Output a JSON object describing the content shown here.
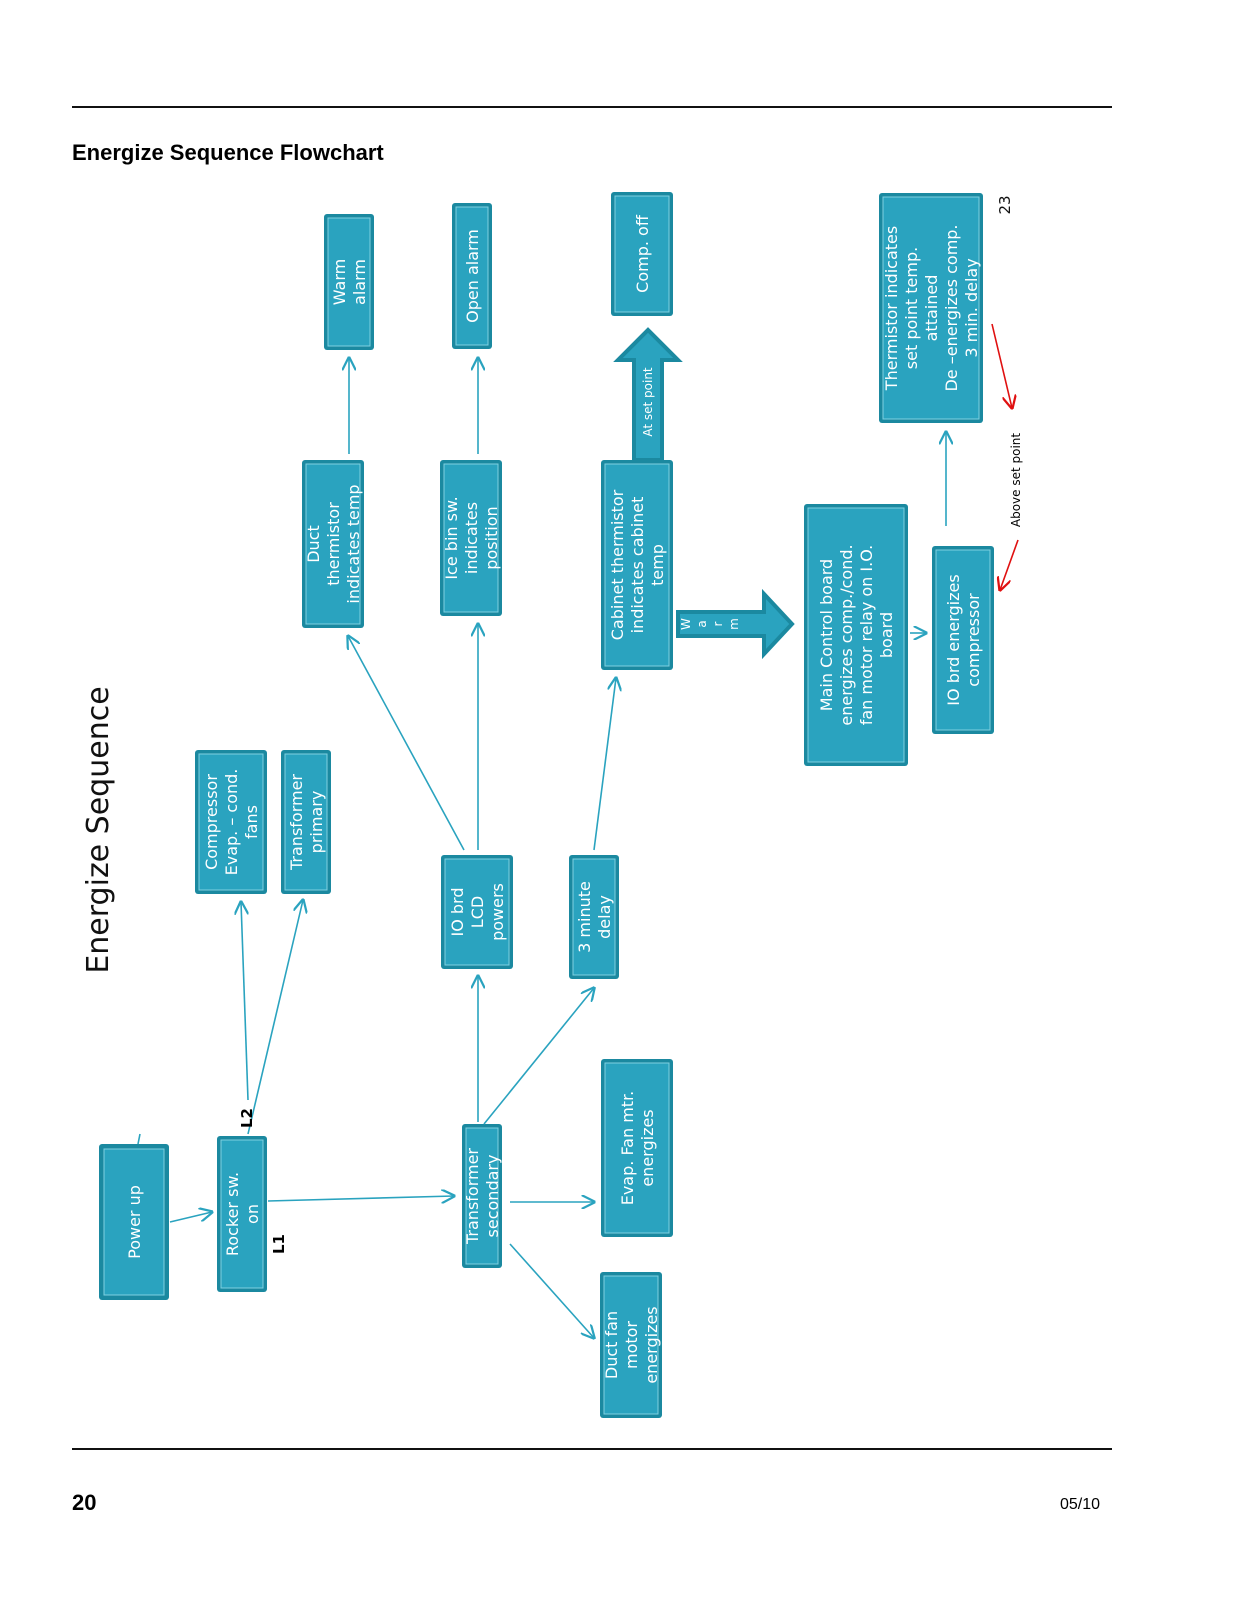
{
  "header": {
    "section_title": "Energize Sequence Flowchart"
  },
  "footer": {
    "page_number": "20",
    "date": "05/10"
  },
  "diagram": {
    "title": "Energize Sequence",
    "slide_number": "23",
    "colors": {
      "box_fill": "#2aa3bf",
      "box_border": "#1b89a0",
      "arrow": "#2aa3bf",
      "red_arrow": "#e01010"
    },
    "nodes": {
      "power_up": [
        "Power up"
      ],
      "rocker": [
        "Rocker sw.",
        "on"
      ],
      "compressor": [
        "Compressor",
        "Evap. – cond.",
        "fans"
      ],
      "transformer_primary": [
        "Transformer",
        "primary"
      ],
      "transformer_secondary": [
        "Transformer",
        "secondary"
      ],
      "io_brd_lcd": [
        "IO brd",
        "LCD",
        "powers"
      ],
      "three_minute": [
        "3 minute",
        "delay"
      ],
      "evap_fan": [
        "Evap. Fan mtr.",
        "energizes"
      ],
      "duct_fan": [
        "Duct fan",
        "motor",
        "energizes"
      ],
      "duct_thermistor": [
        "Duct",
        "thermistor",
        "indicates temp"
      ],
      "ice_bin": [
        "Ice bin sw.",
        "indicates",
        "position"
      ],
      "cabinet_thermistor": [
        "Cabinet thermistor",
        "indicates cabinet",
        "temp"
      ],
      "warm_alarm": [
        "Warm",
        "alarm"
      ],
      "open_alarm": [
        "Open alarm"
      ],
      "comp_off": [
        "Comp. off"
      ],
      "main_control": [
        "Main Control board",
        "energizes comp./cond.",
        "fan motor relay on I.O.",
        "board"
      ],
      "io_brd_energizes": [
        "IO brd energizes",
        "compressor"
      ],
      "thermistor_setpoint": [
        "Thermistor indicates",
        "set point temp.",
        "attained",
        "De –energizes comp.",
        "3 min. delay"
      ]
    },
    "labels": {
      "l1": "L1",
      "l2": "L2",
      "at_set_point": "At set point",
      "warm_letters": [
        "W",
        "a",
        "r",
        "m"
      ],
      "above_set_point": "Above  set point"
    }
  }
}
